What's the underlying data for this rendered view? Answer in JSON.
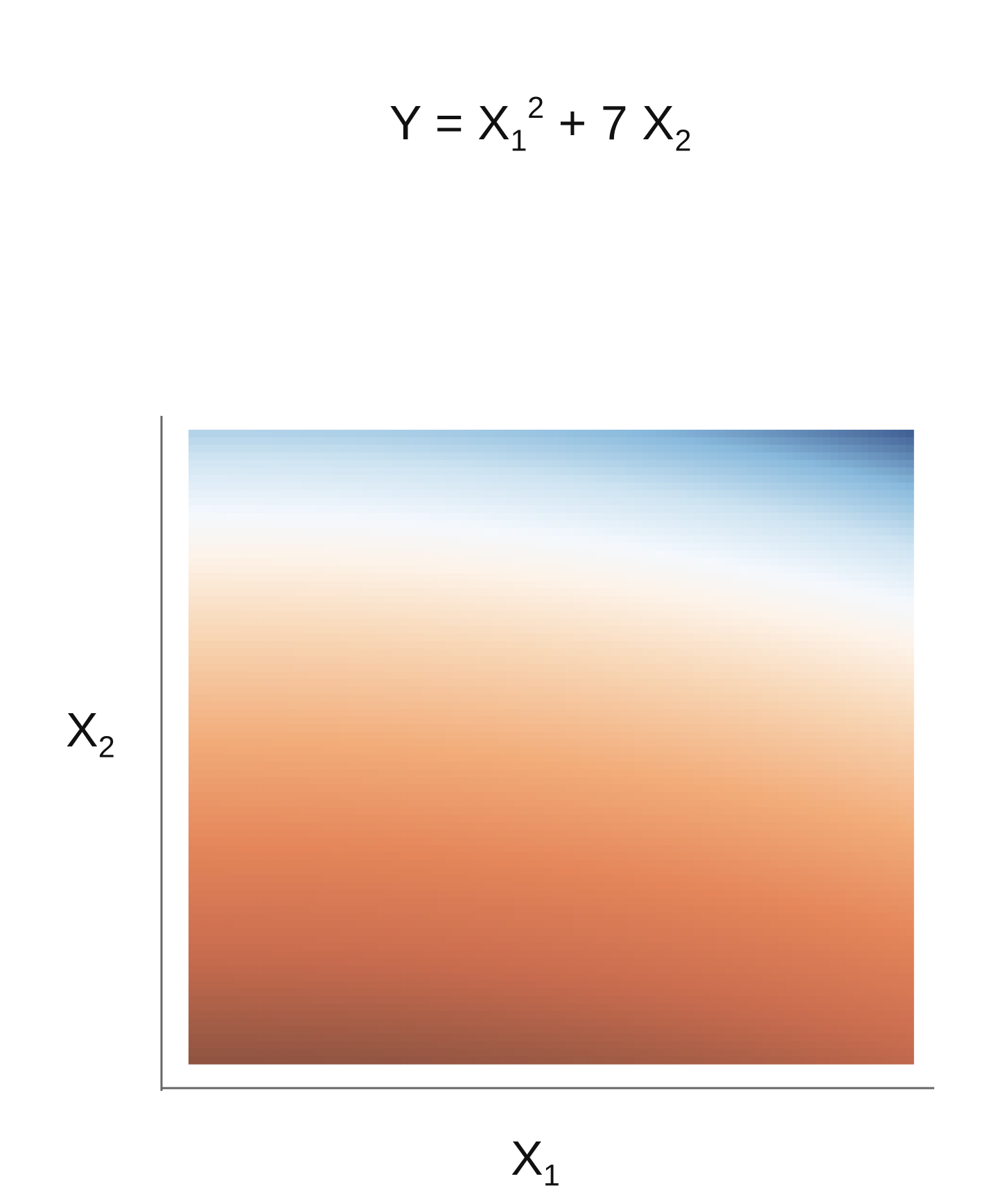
{
  "chart_data": {
    "type": "heatmap",
    "title": {
      "lhs": "Y",
      "eq": "=",
      "x1_base": "X",
      "x1_sub": "1",
      "x1_pow": "2",
      "plus": "+",
      "coef": "7",
      "x2_base": "X",
      "x2_sub": "2"
    },
    "xlabel": {
      "base": "X",
      "sub": "1"
    },
    "ylabel": {
      "base": "X",
      "sub": "2"
    },
    "function": "Y = X1^2 + 7 X2",
    "x_range": [
      0,
      1
    ],
    "y_range": [
      0,
      1
    ],
    "z_range": [
      0,
      8
    ],
    "colormap": "diverging-orange-blue",
    "color_stops": [
      {
        "t": 0.0,
        "color": "#8e5441"
      },
      {
        "t": 0.15,
        "color": "#c86c4f"
      },
      {
        "t": 0.3,
        "color": "#e4865a"
      },
      {
        "t": 0.45,
        "color": "#f2ad7b"
      },
      {
        "t": 0.6,
        "color": "#f8d8b8"
      },
      {
        "t": 0.7,
        "color": "#fdf3e9"
      },
      {
        "t": 0.76,
        "color": "#f4f8fd"
      },
      {
        "t": 0.84,
        "color": "#cde3f1"
      },
      {
        "t": 0.92,
        "color": "#88b9dc"
      },
      {
        "t": 1.0,
        "color": "#3c5a90"
      }
    ],
    "tick_labels": false,
    "grid": false,
    "legend": "none"
  },
  "axis_color": "#666666",
  "background_color": "#ffffff"
}
